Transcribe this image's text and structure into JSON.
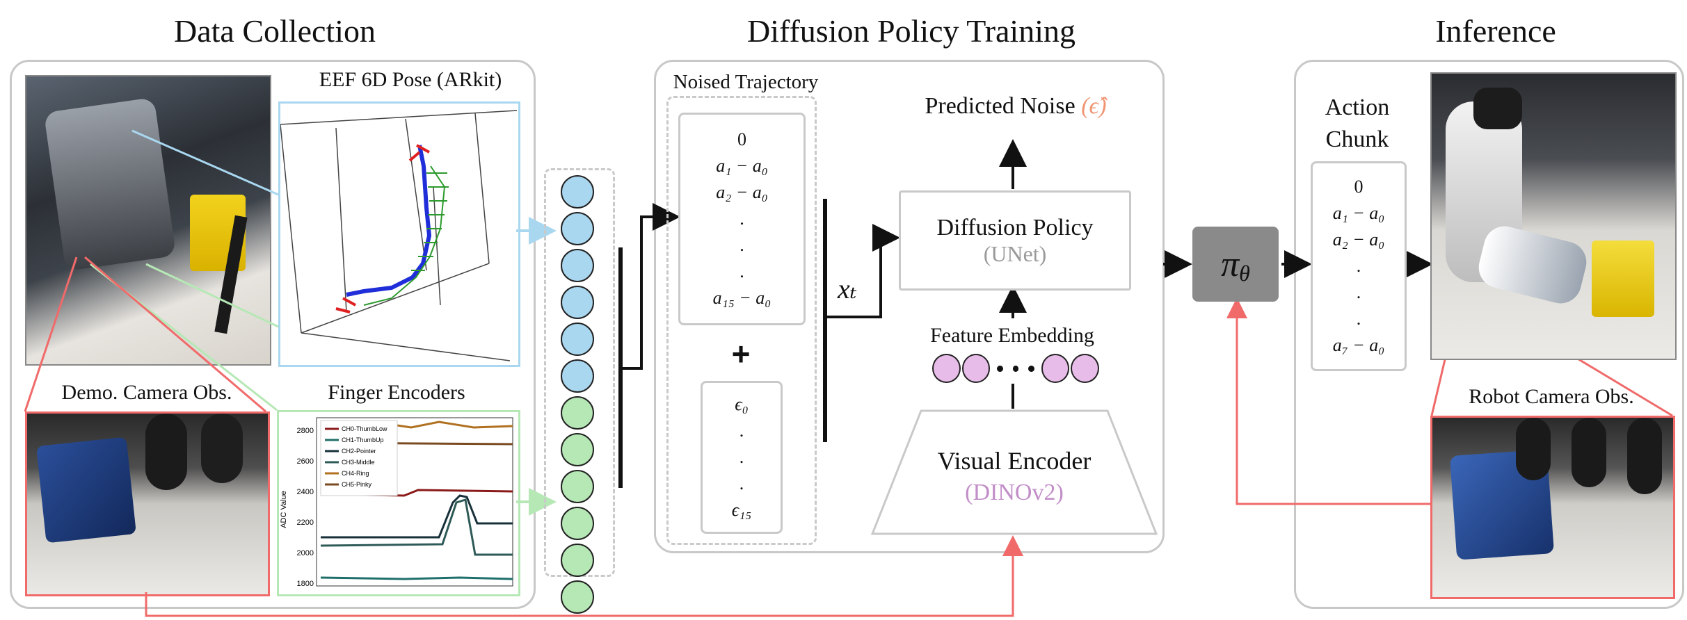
{
  "sections": {
    "collection": "Data Collection",
    "training": "Diffusion Policy Training",
    "inference": "Inference"
  },
  "collection": {
    "eef_label": "EEF 6D Pose (ARkit)",
    "camera_label": "Demo. Camera Obs.",
    "encoders_label": "Finger Encoders",
    "encoder_chart": {
      "ylabel": "ADC Value",
      "yticks": [
        "2800",
        "2600",
        "2400",
        "2200",
        "2000",
        "1800"
      ],
      "legend": [
        "CH0-ThumbLow",
        "CH1-ThumbUp",
        "CH2-Pointer",
        "CH3-Middle",
        "CH4-Ring",
        "CH5-Pinky"
      ],
      "colors": [
        "#8b1a1a",
        "#1f6f6a",
        "#17303a",
        "#2e5a57",
        "#b07020",
        "#7a4a20"
      ]
    }
  },
  "training": {
    "noised_label": "Noised Trajectory",
    "traj_items": [
      "0",
      "a₁ − a₀",
      "a₂ − a₀",
      ".",
      ".",
      ".",
      "a₁₅ − a₀"
    ],
    "plus": "+",
    "noise_items": [
      "ϵ₀",
      ".",
      ".",
      ".",
      "ϵ₁₅"
    ],
    "xt": "xₜ",
    "predicted_noise": "Predicted Noise",
    "predicted_symbol": "(ϵ̂)",
    "policy_name": "Diffusion Policy",
    "policy_arch": "(UNet)",
    "feature_embedding": "Feature Embedding",
    "encoder_name": "Visual Encoder",
    "encoder_arch": "(DINOv2)"
  },
  "inference": {
    "pi": "π",
    "pi_sub": "θ",
    "chunk_label_1": "Action",
    "chunk_label_2": "Chunk",
    "chunk_items": [
      "0",
      "a₁ − a₀",
      "a₂ − a₀",
      ".",
      ".",
      ".",
      "a₇ − a₀"
    ],
    "robot_camera_label": "Robot Camera Obs."
  },
  "colors": {
    "blue_token": "#a9d7ef",
    "green_token": "#b6e8b6",
    "pink_token": "#e8bce8",
    "red_link": "#f06a6a",
    "blue_link": "#a9d7ef",
    "green_link": "#b6e8b6"
  }
}
